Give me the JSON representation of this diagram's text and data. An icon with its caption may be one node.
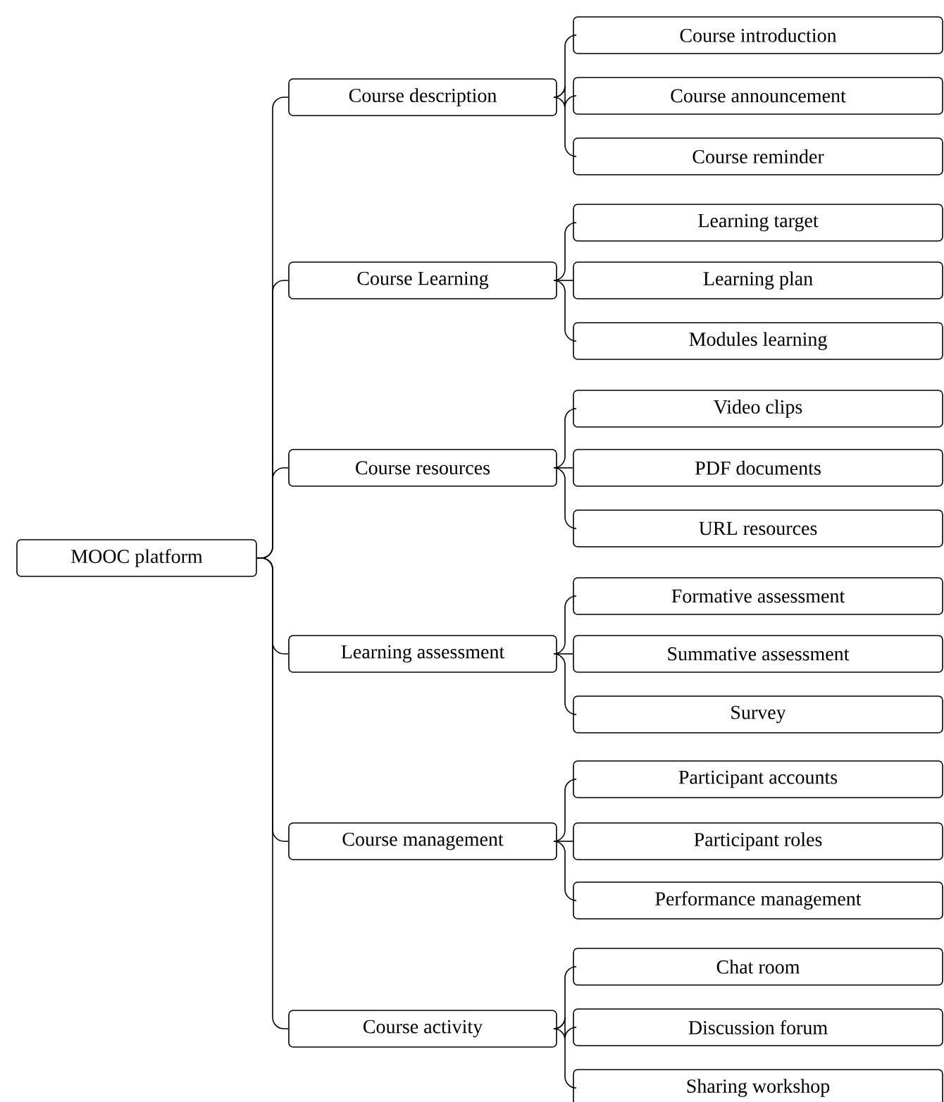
{
  "diagram": {
    "nodes": [
      {
        "text": [
          "MOOC platform"
        ]
      },
      {
        "text": [
          "Course description"
        ]
      },
      {
        "text": [
          "Course introduction"
        ]
      },
      {
        "text": [
          "Course announcement"
        ]
      },
      {
        "text": [
          "Course reminder"
        ]
      },
      {
        "text": [
          "Course Learning"
        ]
      },
      {
        "text": [
          "Learning target"
        ]
      },
      {
        "text": [
          "Learning plan"
        ]
      },
      {
        "text": [
          "Modules learning"
        ]
      },
      {
        "text": [
          "Course resources"
        ]
      },
      {
        "text": [
          "Video clips"
        ]
      },
      {
        "text": [
          "PDF documents"
        ]
      },
      {
        "text": [
          "URL resources"
        ]
      },
      {
        "text": [
          "Learning assessment"
        ]
      },
      {
        "text": [
          "Formative assessment"
        ]
      },
      {
        "text": [
          "Summative assessment"
        ]
      },
      {
        "text": [
          "Survey"
        ]
      },
      {
        "text": [
          "Course management"
        ]
      },
      {
        "text": [
          "Participant accounts"
        ]
      },
      {
        "text": [
          "Participant roles"
        ]
      },
      {
        "text": [
          "Performance management"
        ]
      },
      {
        "text": [
          "Course activity"
        ]
      },
      {
        "text": [
          "Chat room"
        ]
      },
      {
        "text": [
          "Discussion forum"
        ]
      },
      {
        "text": [
          "Sharing workshop"
        ]
      }
    ],
    "edges": [
      {
        "from": 0,
        "to": 1,
        "arrow": "none"
      },
      {
        "from": 0,
        "to": 5,
        "arrow": "none"
      },
      {
        "from": 0,
        "to": 9,
        "arrow": "none"
      },
      {
        "from": 0,
        "to": 13,
        "arrow": "none"
      },
      {
        "from": 0,
        "to": 17,
        "arrow": "none"
      },
      {
        "from": 0,
        "to": 21,
        "arrow": "none"
      },
      {
        "from": 1,
        "to": 2,
        "arrow": "none"
      },
      {
        "from": 1,
        "to": 3,
        "arrow": "none"
      },
      {
        "from": 1,
        "to": 4,
        "arrow": "none"
      },
      {
        "from": 5,
        "to": 6,
        "arrow": "none"
      },
      {
        "from": 5,
        "to": 7,
        "arrow": "none"
      },
      {
        "from": 5,
        "to": 8,
        "arrow": "none"
      },
      {
        "from": 9,
        "to": 10,
        "arrow": "none"
      },
      {
        "from": 9,
        "to": 11,
        "arrow": "none"
      },
      {
        "from": 9,
        "to": 12,
        "arrow": "none"
      },
      {
        "from": 13,
        "to": 14,
        "arrow": "none"
      },
      {
        "from": 13,
        "to": 15,
        "arrow": "none"
      },
      {
        "from": 13,
        "to": 16,
        "arrow": "none"
      },
      {
        "from": 17,
        "to": 18,
        "arrow": "none"
      },
      {
        "from": 17,
        "to": 19,
        "arrow": "none"
      },
      {
        "from": 17,
        "to": 20,
        "arrow": "none"
      },
      {
        "from": 21,
        "to": 22,
        "arrow": "none"
      },
      {
        "from": 21,
        "to": 23,
        "arrow": "none"
      },
      {
        "from": 21,
        "to": 24,
        "arrow": "none"
      }
    ]
  }
}
